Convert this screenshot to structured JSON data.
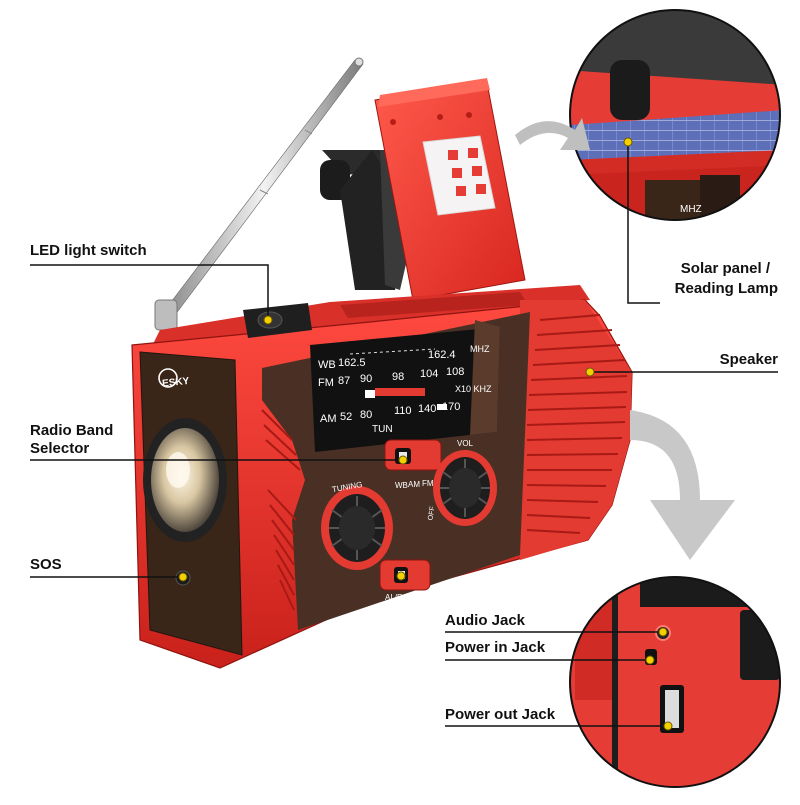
{
  "brand": "ESKY",
  "dial": {
    "wb_label": "WB",
    "wb_start": "162.5",
    "wb_end": "162.4",
    "unit_mhz": "MHZ",
    "fm_label": "FM",
    "fm_ticks": [
      "87",
      "90",
      "98",
      "104",
      "108"
    ],
    "fm_unit": "X10 KHZ",
    "am_label": "AM",
    "am_ticks": [
      "52",
      "80",
      "110",
      "140",
      "170"
    ],
    "tun_label": "TUN"
  },
  "controls": {
    "tuning_label": "TUNING",
    "vol_label": "VOL",
    "off_label": "OFF",
    "band_labels": [
      "WB",
      "AM",
      "FM"
    ],
    "alarm_label": "AL/RADIO"
  },
  "inset_top": {
    "mhz": "MHZ"
  },
  "callouts": {
    "led_switch": "LED light switch",
    "band_selector_line1": "Radio Band",
    "band_selector_line2": "Selector",
    "sos": "SOS",
    "solar_line1": "Solar panel /",
    "solar_line2": "Reading Lamp",
    "speaker": "Speaker",
    "audio_jack": "Audio Jack",
    "power_in": "Power in Jack",
    "power_out": "Power out Jack"
  },
  "colors": {
    "body_red": "#e8342c",
    "dark_panel": "#4a3024",
    "marker": "#f4d000"
  }
}
